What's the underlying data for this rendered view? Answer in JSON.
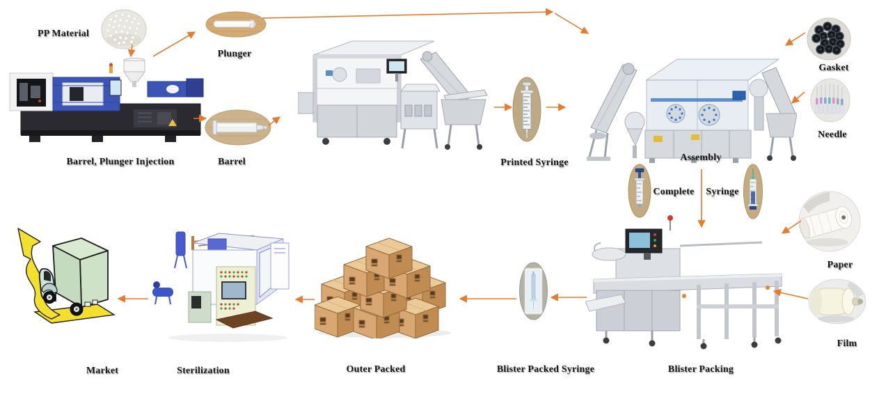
{
  "colors": {
    "arrow": "#e87a2e",
    "label": "#141414"
  },
  "nodes": {
    "pp_material": {
      "label": "PP Material"
    },
    "plunger": {
      "label": "Plunger"
    },
    "barrel": {
      "label": "Barrel"
    },
    "barrel_plunger_injection": {
      "label": "Barrel, Plunger Injection"
    },
    "printed_syringe": {
      "label": "Printed Syringe"
    },
    "assembly": {
      "label": "Assembly"
    },
    "gasket": {
      "label": "Gasket"
    },
    "needle": {
      "label": "Needle"
    },
    "complete_word": {
      "label": "Complete"
    },
    "syringe_word": {
      "label": "Syringe"
    },
    "paper": {
      "label": "Paper"
    },
    "film": {
      "label": "Film"
    },
    "blister_packing": {
      "label": "Blister Packing"
    },
    "blister_packed_syringe": {
      "label": "Blister Packed Syringe"
    },
    "outer_packed": {
      "label": "Outer Packed"
    },
    "sterilization": {
      "label": "Sterilization"
    },
    "market": {
      "label": "Market"
    }
  },
  "flow": [
    {
      "from": "pp_material",
      "to": "barrel_plunger_injection"
    },
    {
      "from": "barrel_plunger_injection",
      "to": "plunger"
    },
    {
      "from": "plunger",
      "to": "assembly"
    },
    {
      "from": "barrel_plunger_injection",
      "to": "barrel"
    },
    {
      "from": "barrel",
      "to": "printing_machine"
    },
    {
      "from": "printing_machine",
      "to": "printed_syringe"
    },
    {
      "from": "printed_syringe",
      "to": "assembly"
    },
    {
      "from": "gasket",
      "to": "assembly"
    },
    {
      "from": "needle",
      "to": "assembly"
    },
    {
      "from": "assembly",
      "to": "blister_packing"
    },
    {
      "from": "paper",
      "to": "blister_packing"
    },
    {
      "from": "film",
      "to": "blister_packing"
    },
    {
      "from": "blister_packing",
      "to": "blister_packed_syringe"
    },
    {
      "from": "blister_packed_syringe",
      "to": "outer_packed"
    },
    {
      "from": "outer_packed",
      "to": "sterilization"
    },
    {
      "from": "sterilization",
      "to": "market"
    }
  ]
}
